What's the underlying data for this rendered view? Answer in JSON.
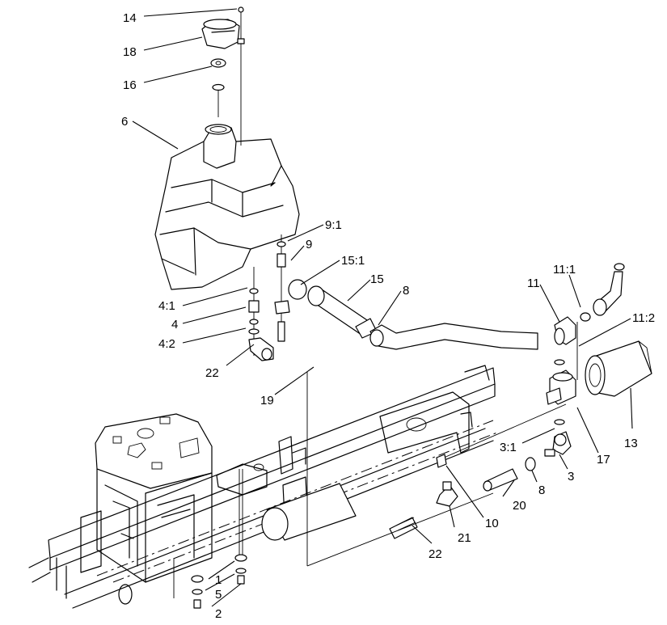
{
  "labels": {
    "p14": "14",
    "p18": "18",
    "p16": "16",
    "p6": "6",
    "p9_1": "9:1",
    "p9": "9",
    "p15_1": "15:1",
    "p15": "15",
    "p8a": "8",
    "p11": "11",
    "p11_1": "11:1",
    "p11_2": "11:2",
    "p4_1": "4:1",
    "p4": "4",
    "p4_2": "4:2",
    "p22a": "22",
    "p19": "19",
    "p13": "13",
    "p3_1": "3:1",
    "p17": "17",
    "p3": "3",
    "p8b": "8",
    "p20": "20",
    "p10": "10",
    "p21": "21",
    "p22b": "22",
    "p1": "1",
    "p5": "5",
    "p2": "2"
  }
}
